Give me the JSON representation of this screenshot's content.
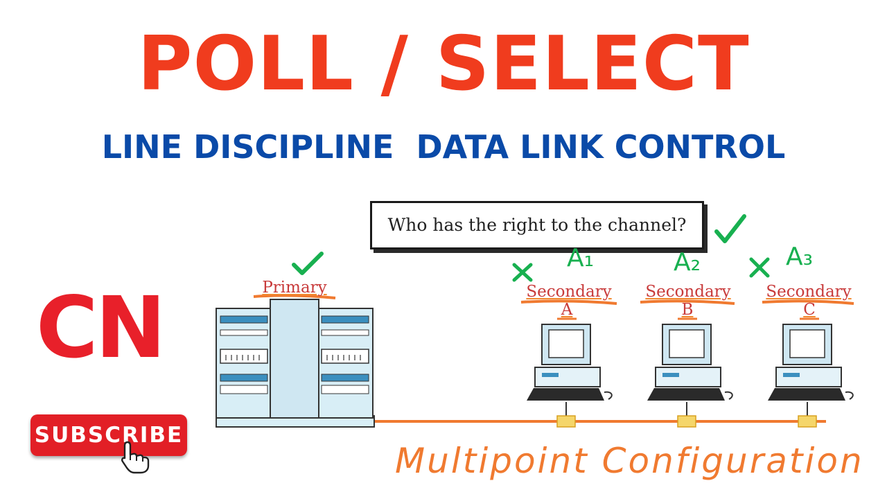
{
  "title": "POLL / SELECT",
  "subtitle": "LINE DISCIPLINE  DATA LINK CONTROL",
  "badge": "CN",
  "subscribe": {
    "label": "SUBSCRIBE"
  },
  "diagram": {
    "question": "Who has the right to the channel?",
    "primary": {
      "label": "Primary",
      "mark": "✓"
    },
    "secondaries": [
      {
        "label": "Secondary",
        "sub": "A",
        "note": "A₁",
        "mark": "x"
      },
      {
        "label": "Secondary",
        "sub": "B",
        "note": "A₂",
        "mark": "✓"
      },
      {
        "label": "Secondary",
        "sub": "C",
        "note": "A₃",
        "mark": "x"
      }
    ],
    "caption": "Multipoint Configuration"
  },
  "colors": {
    "title": "#f03c1e",
    "subtitle": "#0a4aa8",
    "badge": "#e8202a",
    "subscribe": "#e21f26",
    "line": "#f07a30",
    "check": "#18b050",
    "label": "#c83a3a"
  },
  "icons": [
    "check-icon",
    "cross-icon",
    "hand-cursor-icon",
    "mainframe-icon",
    "computer-icon"
  ]
}
